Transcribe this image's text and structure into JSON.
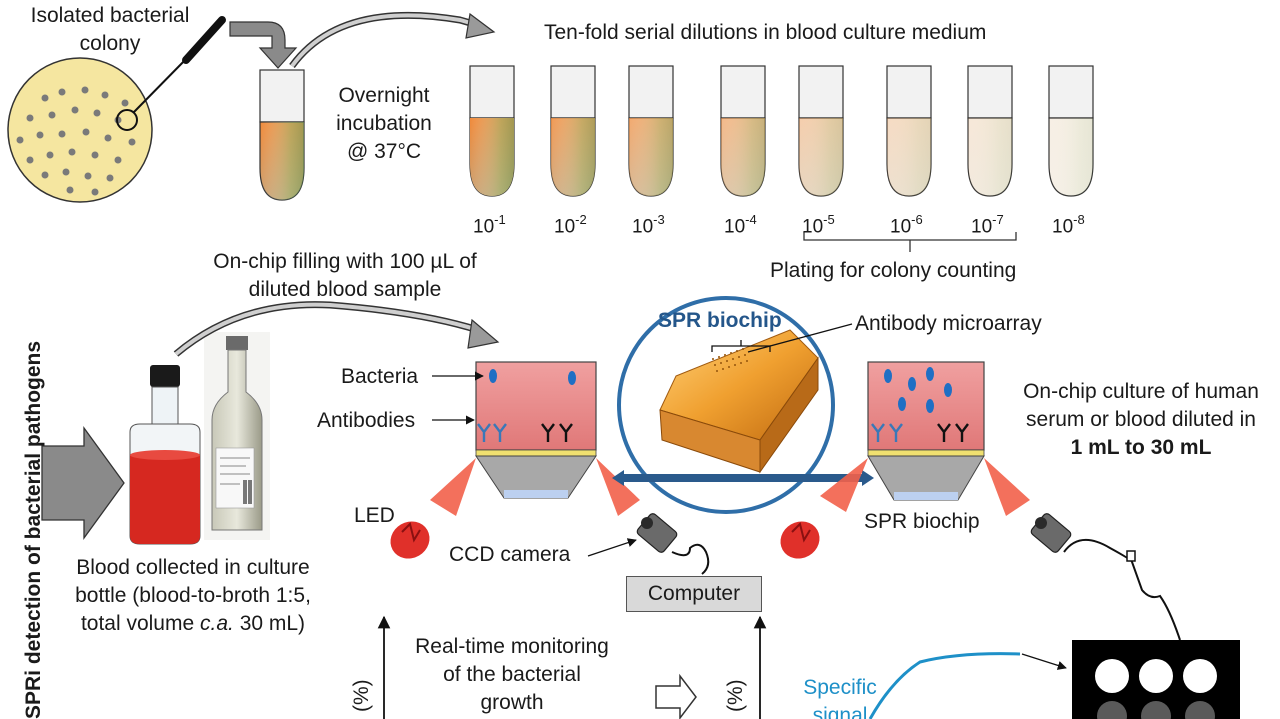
{
  "top": {
    "colony_label_line1": "Isolated bacterial",
    "colony_label_line2": "colony",
    "incubation_line1": "Overnight",
    "incubation_line2": "incubation",
    "incubation_line3": "@ 37°C",
    "dilutions_title": "Ten-fold serial dilutions in blood culture medium",
    "dilutions": [
      {
        "base": "10",
        "exp": "-1"
      },
      {
        "base": "10",
        "exp": "-2"
      },
      {
        "base": "10",
        "exp": "-3"
      },
      {
        "base": "10",
        "exp": "-4"
      },
      {
        "base": "10",
        "exp": "-5"
      },
      {
        "base": "10",
        "exp": "-6"
      },
      {
        "base": "10",
        "exp": "-7"
      },
      {
        "base": "10",
        "exp": "-8"
      }
    ],
    "plating_label": "Plating for colony counting"
  },
  "side_title": "SPRi detection of bacterial pathogens",
  "filling_line1": "On-chip filling with 100 µL of",
  "filling_line2": "diluted blood sample",
  "blood_line1": "Blood collected in culture",
  "blood_line2": "bottle (blood-to-broth 1:5,",
  "blood_line3_a": "total volume ",
  "blood_line3_b": "c.a.",
  "blood_line3_c": " 30 mL)",
  "left_chip": {
    "bacteria_label": "Bacteria",
    "antibodies_label": "Antibodies",
    "led_label": "LED",
    "ccd_label": "CCD camera"
  },
  "zoom": {
    "title": "SPR biochip",
    "microarray_label": "Antibody microarray"
  },
  "right_chip": {
    "culture_line1": "On-chip culture of human",
    "culture_line2": "serum or blood diluted in",
    "culture_line3": "1 mL to 30 mL",
    "biochip_label": "SPR biochip"
  },
  "computer_label": "Computer",
  "monitoring_line1": "Real-time monitoring",
  "monitoring_line2": "of the bacterial",
  "monitoring_line3": "growth",
  "axis_percent_left": "(%)",
  "axis_percent_right": "(%)",
  "specific_line1": "Specific",
  "specific_line2": "signal",
  "colors": {
    "culture_orange": "#e8823a",
    "chip_pink": "#e88a8a",
    "light_red": "#f2604a",
    "antibody_blue": "#3a78b8",
    "bacteria_blue": "#1f6fc4",
    "zoom_circle": "#2f6ea8",
    "specific_blue": "#1e90c8"
  }
}
